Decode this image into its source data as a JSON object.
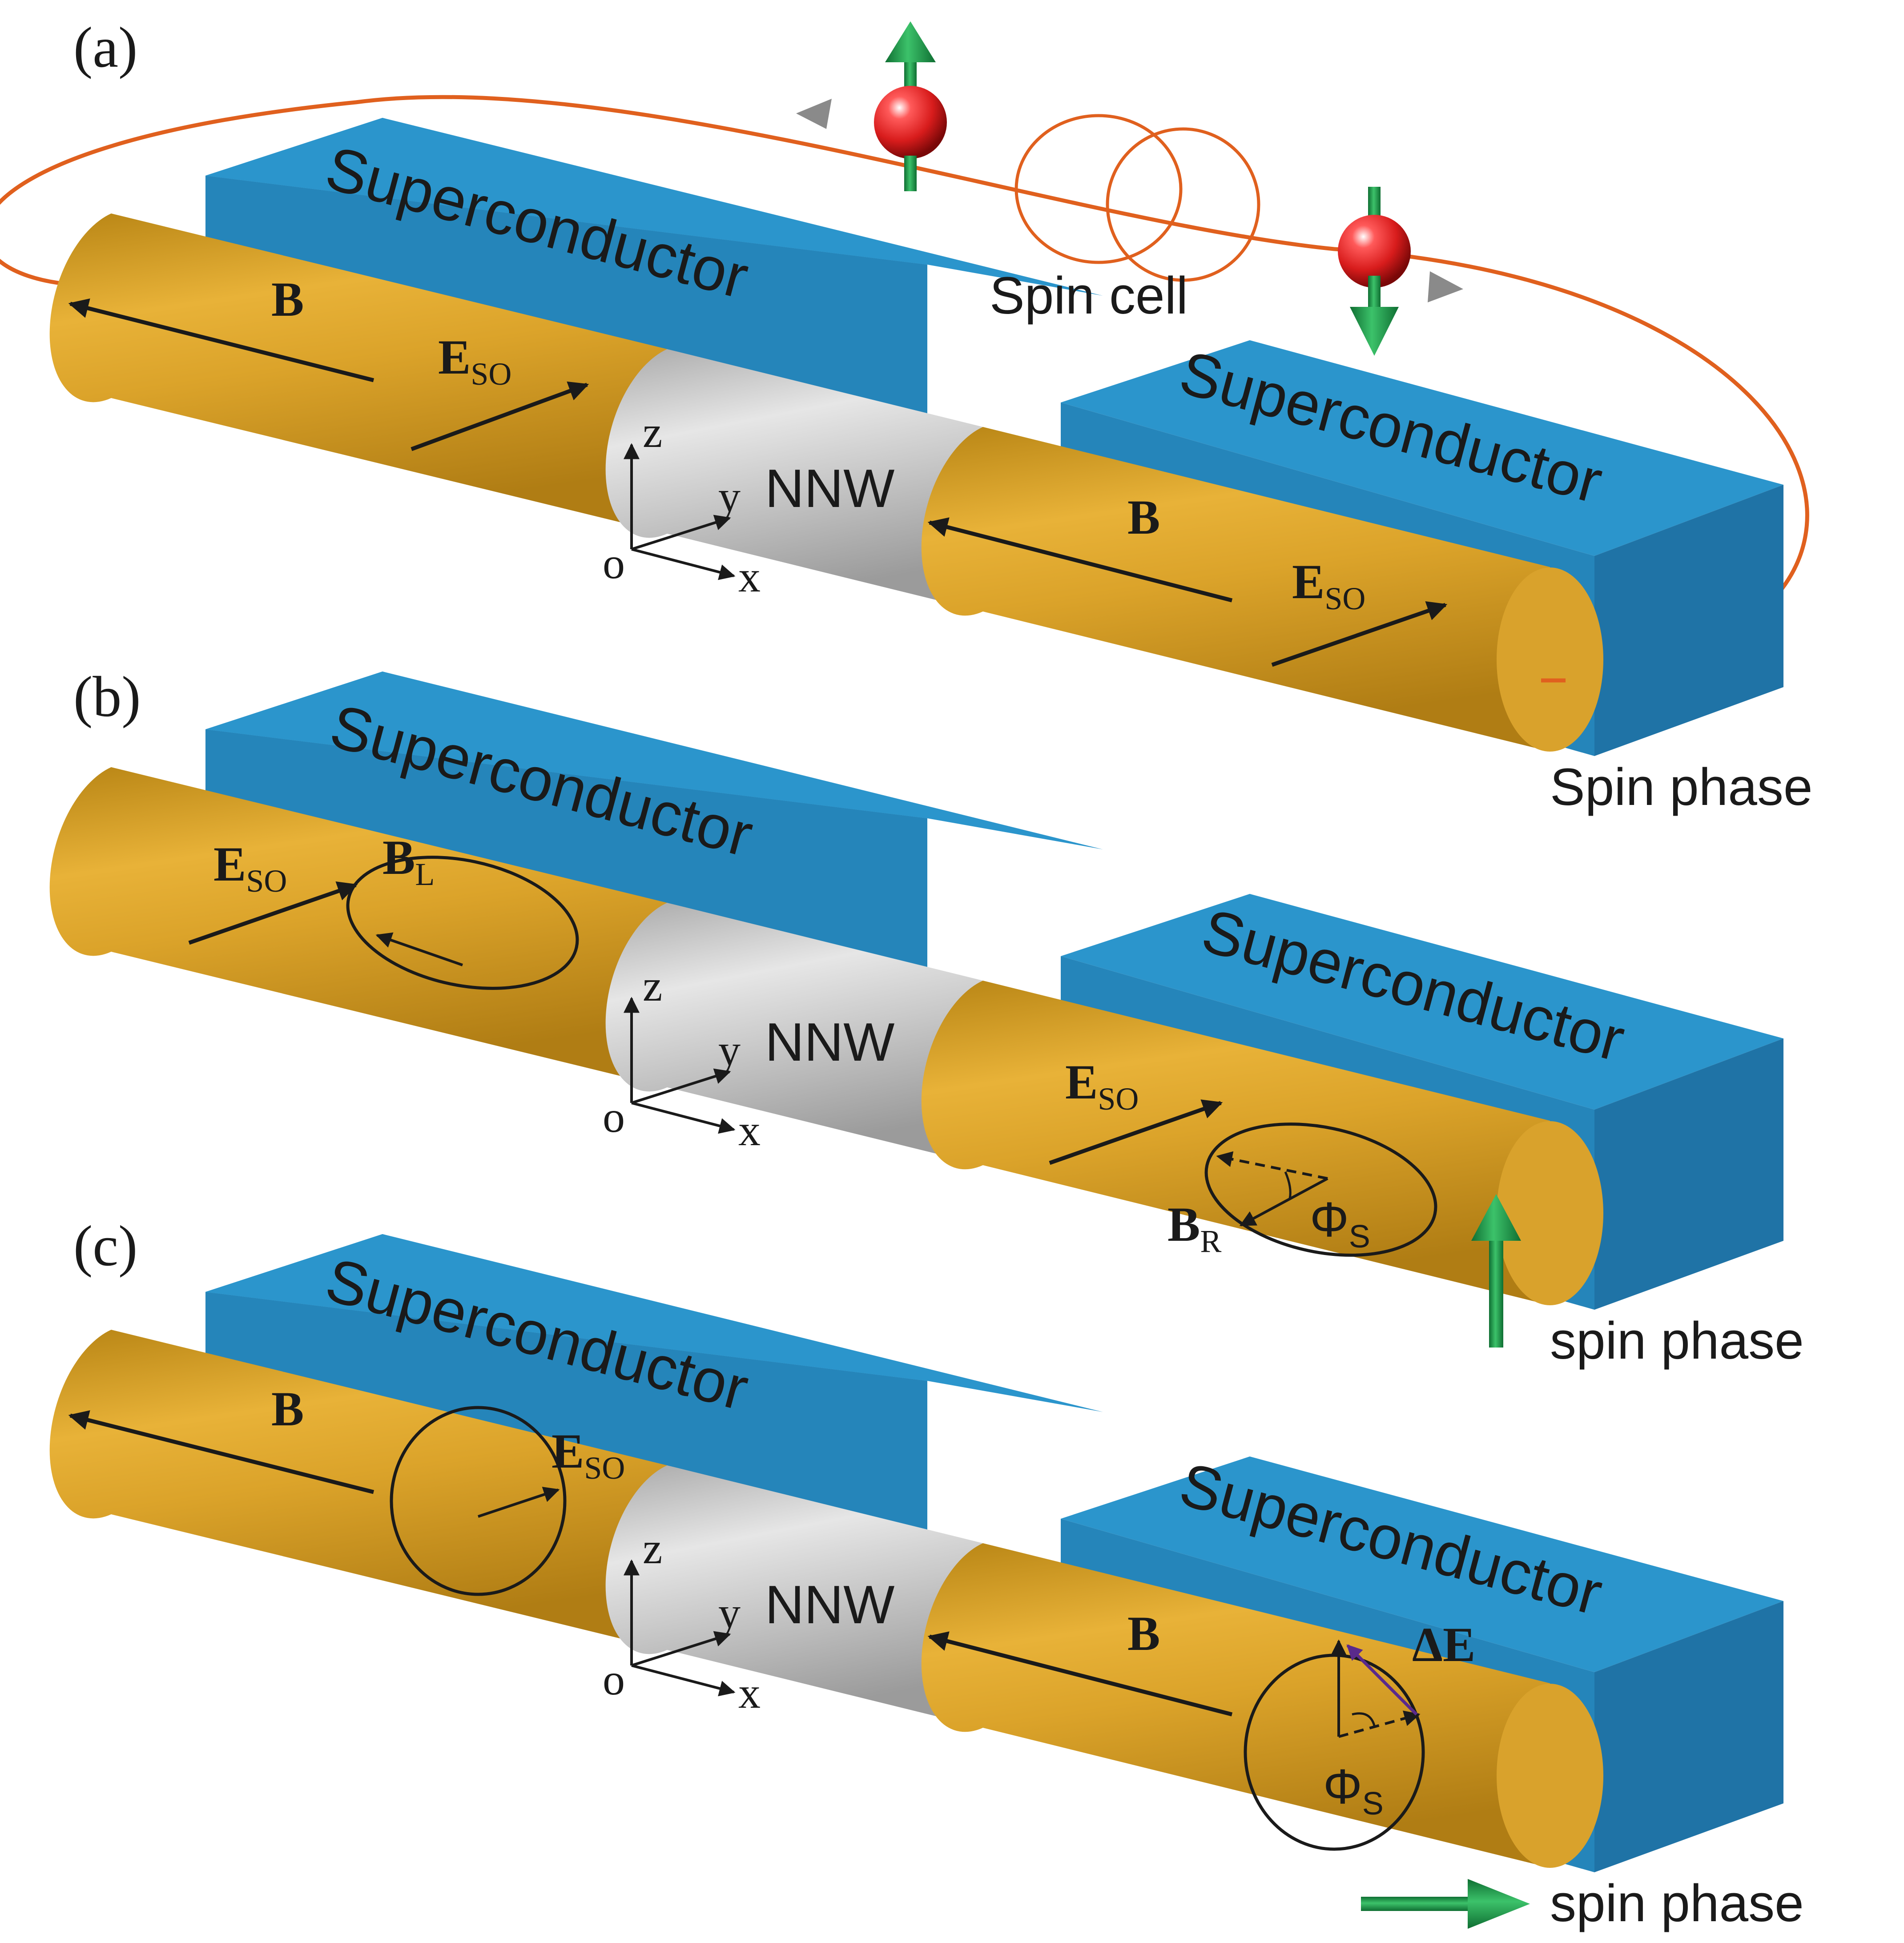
{
  "colors": {
    "superconductor_top": "#2b95cc",
    "superconductor_front": "#2585ba",
    "superconductor_side": "#1f73a6",
    "nanowire_gold": "#dba32a",
    "nanowire_gold_light": "#f0c052",
    "nanowire_gold_dark": "#b07d14",
    "nnw_gray": "#c2c2c2",
    "orbit": "#e0601e",
    "spin_arrow": "#1a9a48",
    "electron": "#d81c1c",
    "delta_e_arrow": "#5a2a8c"
  },
  "panels": {
    "a": {
      "label": "(a)",
      "sc_left": "Superconductor",
      "sc_right": "Superconductor",
      "left_b": "B",
      "left_eso_main": "E",
      "left_eso_sub": "SO",
      "right_b": "B",
      "right_eso_main": "E",
      "right_eso_sub": "SO",
      "nnw": "NNW",
      "axis_z": "z",
      "axis_y": "y",
      "axis_x": "x",
      "axis_o": "o",
      "spin_cell": "Spin cell",
      "spin_phase": "Spin phase"
    },
    "b": {
      "label": "(b)",
      "sc_left": "Superconductor",
      "sc_right": "Superconductor",
      "left_eso_main": "E",
      "left_eso_sub": "SO",
      "bl_main": "B",
      "bl_sub": "L",
      "right_eso_main": "E",
      "right_eso_sub": "SO",
      "br_main": "B",
      "br_sub": "R",
      "phi_main": "Φ",
      "phi_sub": "S",
      "nnw": "NNW",
      "axis_z": "z",
      "axis_y": "y",
      "axis_x": "x",
      "axis_o": "o",
      "spin_phase": "spin phase"
    },
    "c": {
      "label": "(c)",
      "sc_left": "Superconductor",
      "sc_right": "Superconductor",
      "left_b": "B",
      "left_eso_main": "E",
      "left_eso_sub": "SO",
      "right_b": "B",
      "delta_e": "ΔE",
      "phi_main": "Φ",
      "phi_sub": "S",
      "nnw": "NNW",
      "axis_z": "z",
      "axis_y": "y",
      "axis_x": "x",
      "axis_o": "o",
      "spin_phase": "spin phase"
    }
  }
}
